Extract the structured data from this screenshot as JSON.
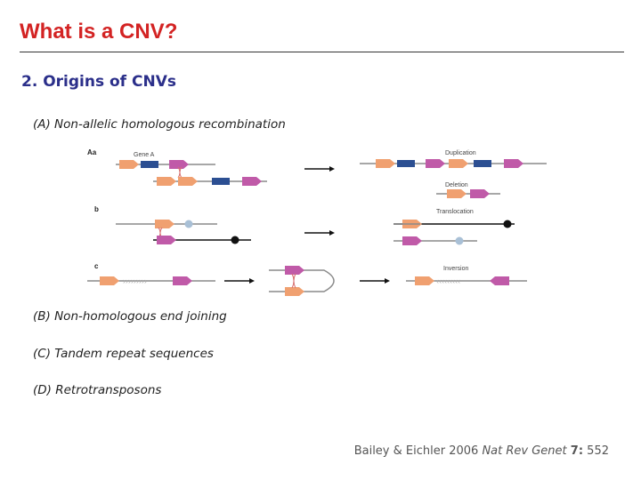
{
  "slide": {
    "title": "What is a CNV?",
    "subtitle": "2. Origins of CNVs",
    "items": [
      "(A) Non-allelic homologous recombination",
      "(B) Non-homologous end joining",
      "(C) Tandem repeat sequences",
      "(D) Retrotransposons"
    ],
    "citation": {
      "authors": "Bailey & Eichler",
      "year": "2006",
      "journal": "Nat Rev Genet",
      "volume": "7",
      "pages": "552"
    }
  },
  "figure": {
    "panel_labels": {
      "a": "Aa",
      "b": "b",
      "c": "c"
    },
    "gene_label": "Gene A",
    "outcome_labels": {
      "duplication": "Duplication",
      "deletion": "Deletion",
      "translocation": "Translocation",
      "inversion": "Inversion"
    },
    "colors": {
      "orange": "#f0a070",
      "purple": "#c05aa8",
      "blue": "#2c4f92",
      "grey_circle": "#a9c0d6",
      "black_circle": "#111111",
      "line_grey": "#8a8a8a",
      "line_dark": "#222222"
    }
  }
}
